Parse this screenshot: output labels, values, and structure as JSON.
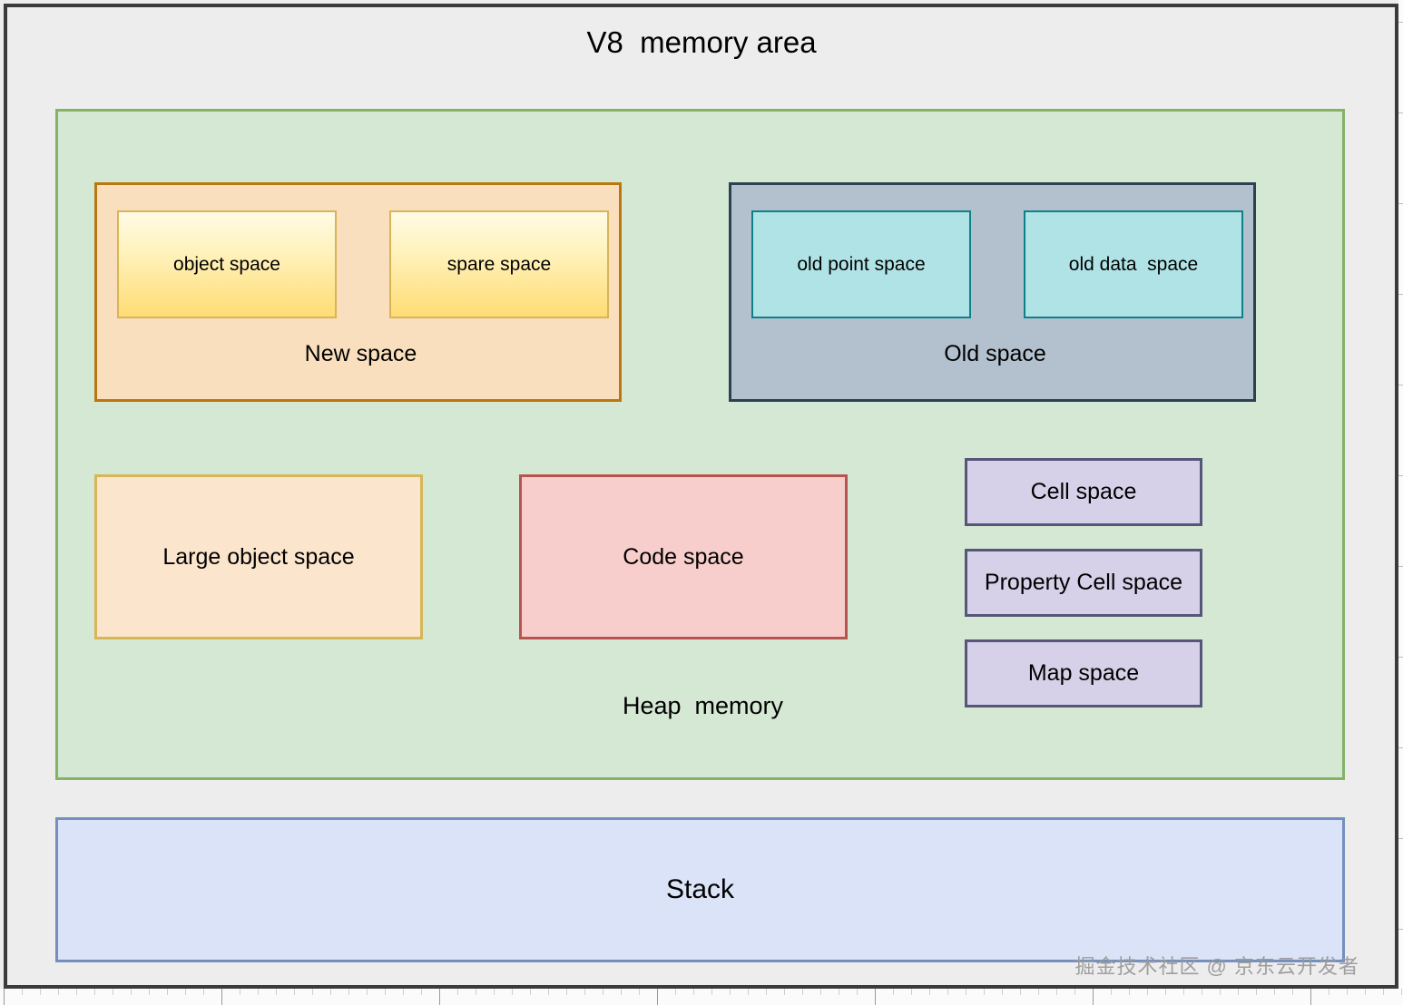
{
  "diagram": {
    "title": "V8  memory area",
    "heap": {
      "label": "Heap  memory",
      "new_space": {
        "label": "New space",
        "children": [
          {
            "label": "object space"
          },
          {
            "label": "spare space"
          }
        ]
      },
      "old_space": {
        "label": "Old space",
        "children": [
          {
            "label": "old point space"
          },
          {
            "label": "old data  space"
          }
        ]
      },
      "large_object_space": {
        "label": "Large object space"
      },
      "code_space": {
        "label": "Code space"
      },
      "right_column": [
        {
          "label": "Cell space"
        },
        {
          "label": "Property Cell space"
        },
        {
          "label": "Map space"
        }
      ]
    },
    "stack": {
      "label": "Stack"
    }
  },
  "watermark": {
    "text": "掘金技术社区 @ 京东云开发者"
  },
  "colors": {
    "canvas_background": "#ededed",
    "frame_border": "#3b3b3b",
    "heap_fill": "#d5e8d4",
    "heap_border": "#82b366",
    "new_space_fill": "#fadfbe",
    "new_space_border": "#b9770e",
    "inner_yellow_top": "#fffbe6",
    "inner_yellow_bottom": "#ffdc74",
    "inner_yellow_border": "#d6b656",
    "old_space_fill": "#b3c0ce",
    "old_space_border": "#2c4250",
    "inner_cyan_fill": "#b0e3e6",
    "inner_cyan_border": "#0e8088",
    "large_object_fill": "#fce5cd",
    "large_object_border": "#d6b656",
    "code_space_fill": "#f8cecc",
    "code_space_border": "#b85450",
    "purple_fill": "#d6d0e8",
    "purple_border": "#56567a",
    "stack_fill": "#dae3f8",
    "stack_border": "#7490be",
    "text": "#000000",
    "watermark": "#9a9a9a"
  }
}
